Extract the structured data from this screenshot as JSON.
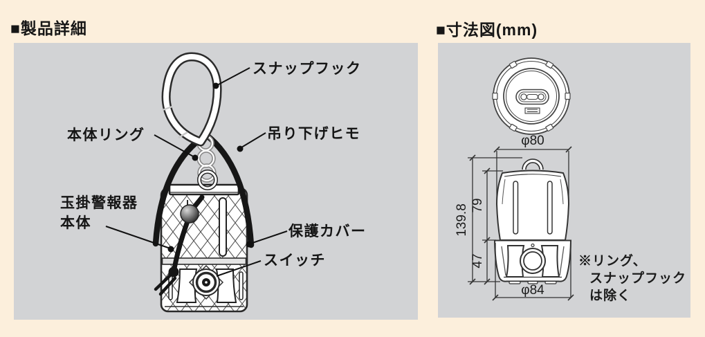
{
  "page": {
    "bg_color": "#fcefdc",
    "panel_color": "#d2d3d5",
    "ink_color": "#2a2a2a"
  },
  "left": {
    "title": "■製品詳細",
    "labels": {
      "snap_hook": "スナップフック",
      "body_ring": "本体リング",
      "alarm_body_1": "玉掛警報器",
      "alarm_body_2": "本体",
      "strap": "吊り下げヒモ",
      "cover": "保護カバー",
      "switch": "スイッチ"
    }
  },
  "right": {
    "title": "■寸法図(mm)",
    "dims": {
      "top_diameter": "φ80",
      "total_height": "139.8",
      "upper_height": "79",
      "lower_height": "47",
      "bottom_diameter": "φ84"
    },
    "note": {
      "line1": "※リング、",
      "line2": "スナップフック",
      "line3": "は除く"
    }
  }
}
